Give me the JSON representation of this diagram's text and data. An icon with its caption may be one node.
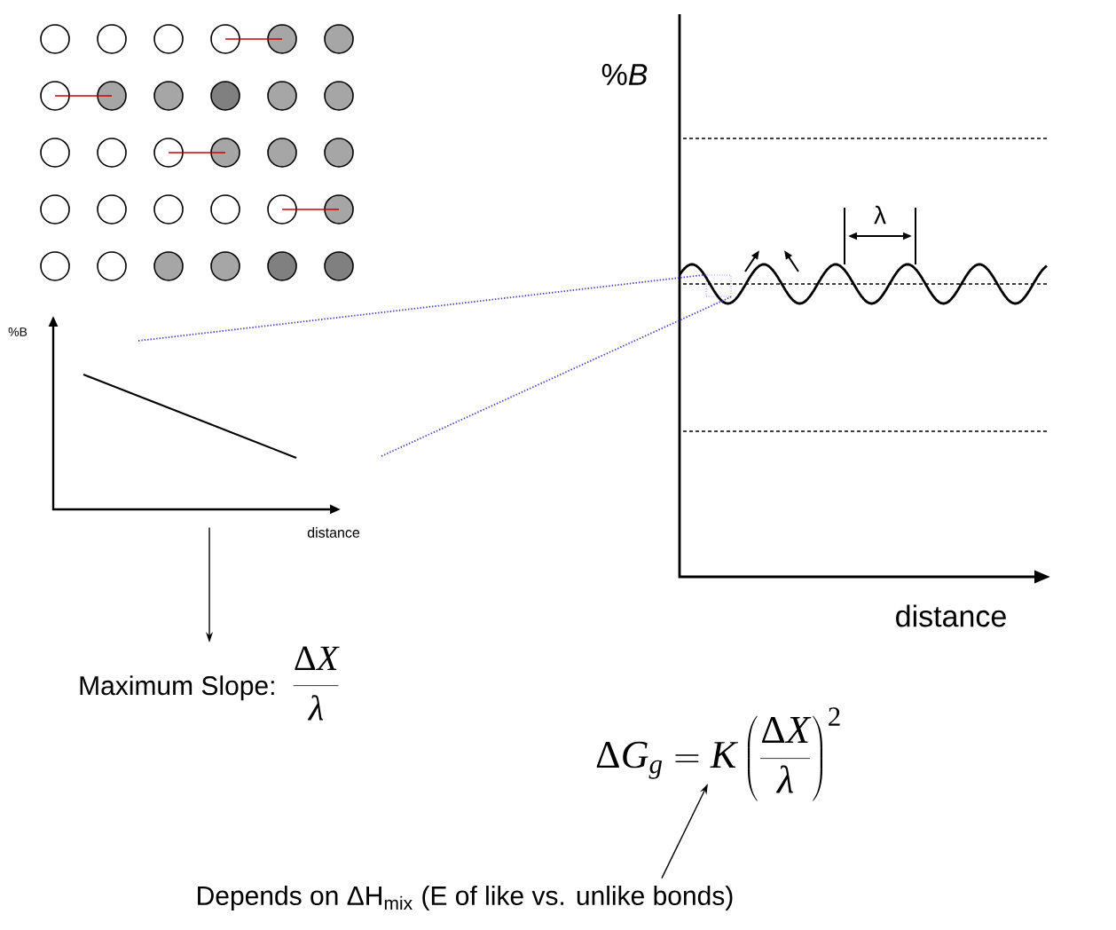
{
  "diagram": {
    "nodes": [
      {
        "text": [
          "%B",
          "distance"
        ]
      },
      {
        "text": [
          "Maximum Slope:",
          "\\frac{\\Delta X}{\\lambda}"
        ]
      },
      {
        "text": [
          "\\Delta G_g = K\\left(\\frac{\\Delta X}{\\lambda}\\right)^2"
        ]
      },
      {
        "text": [
          "Depends on ΔH$_{mix}$ (E of like vs. unlike bonds)"
        ]
      },
      {
        "text": [
          "%*B*",
          "distance"
        ]
      },
      {
        "text": [],
        "shape": "box",
        "in": 4
      }
    ],
    "edges": [
      {
        "from": 0,
        "to": 1,
        "arrow": "to"
      },
      {
        "from": 3,
        "to": 2,
        "arrow": "to"
      },
      {
        "from": 0,
        "to": 5,
        "arrow": "none",
        "style": "dashed",
        "color": "#4040c0"
      },
      {
        "from": 0,
        "to": 5,
        "arrow": "none",
        "style": "dashed",
        "color": "#4040c0"
      }
    ],
    "labels": [
      "λ"
    ]
  }
}
